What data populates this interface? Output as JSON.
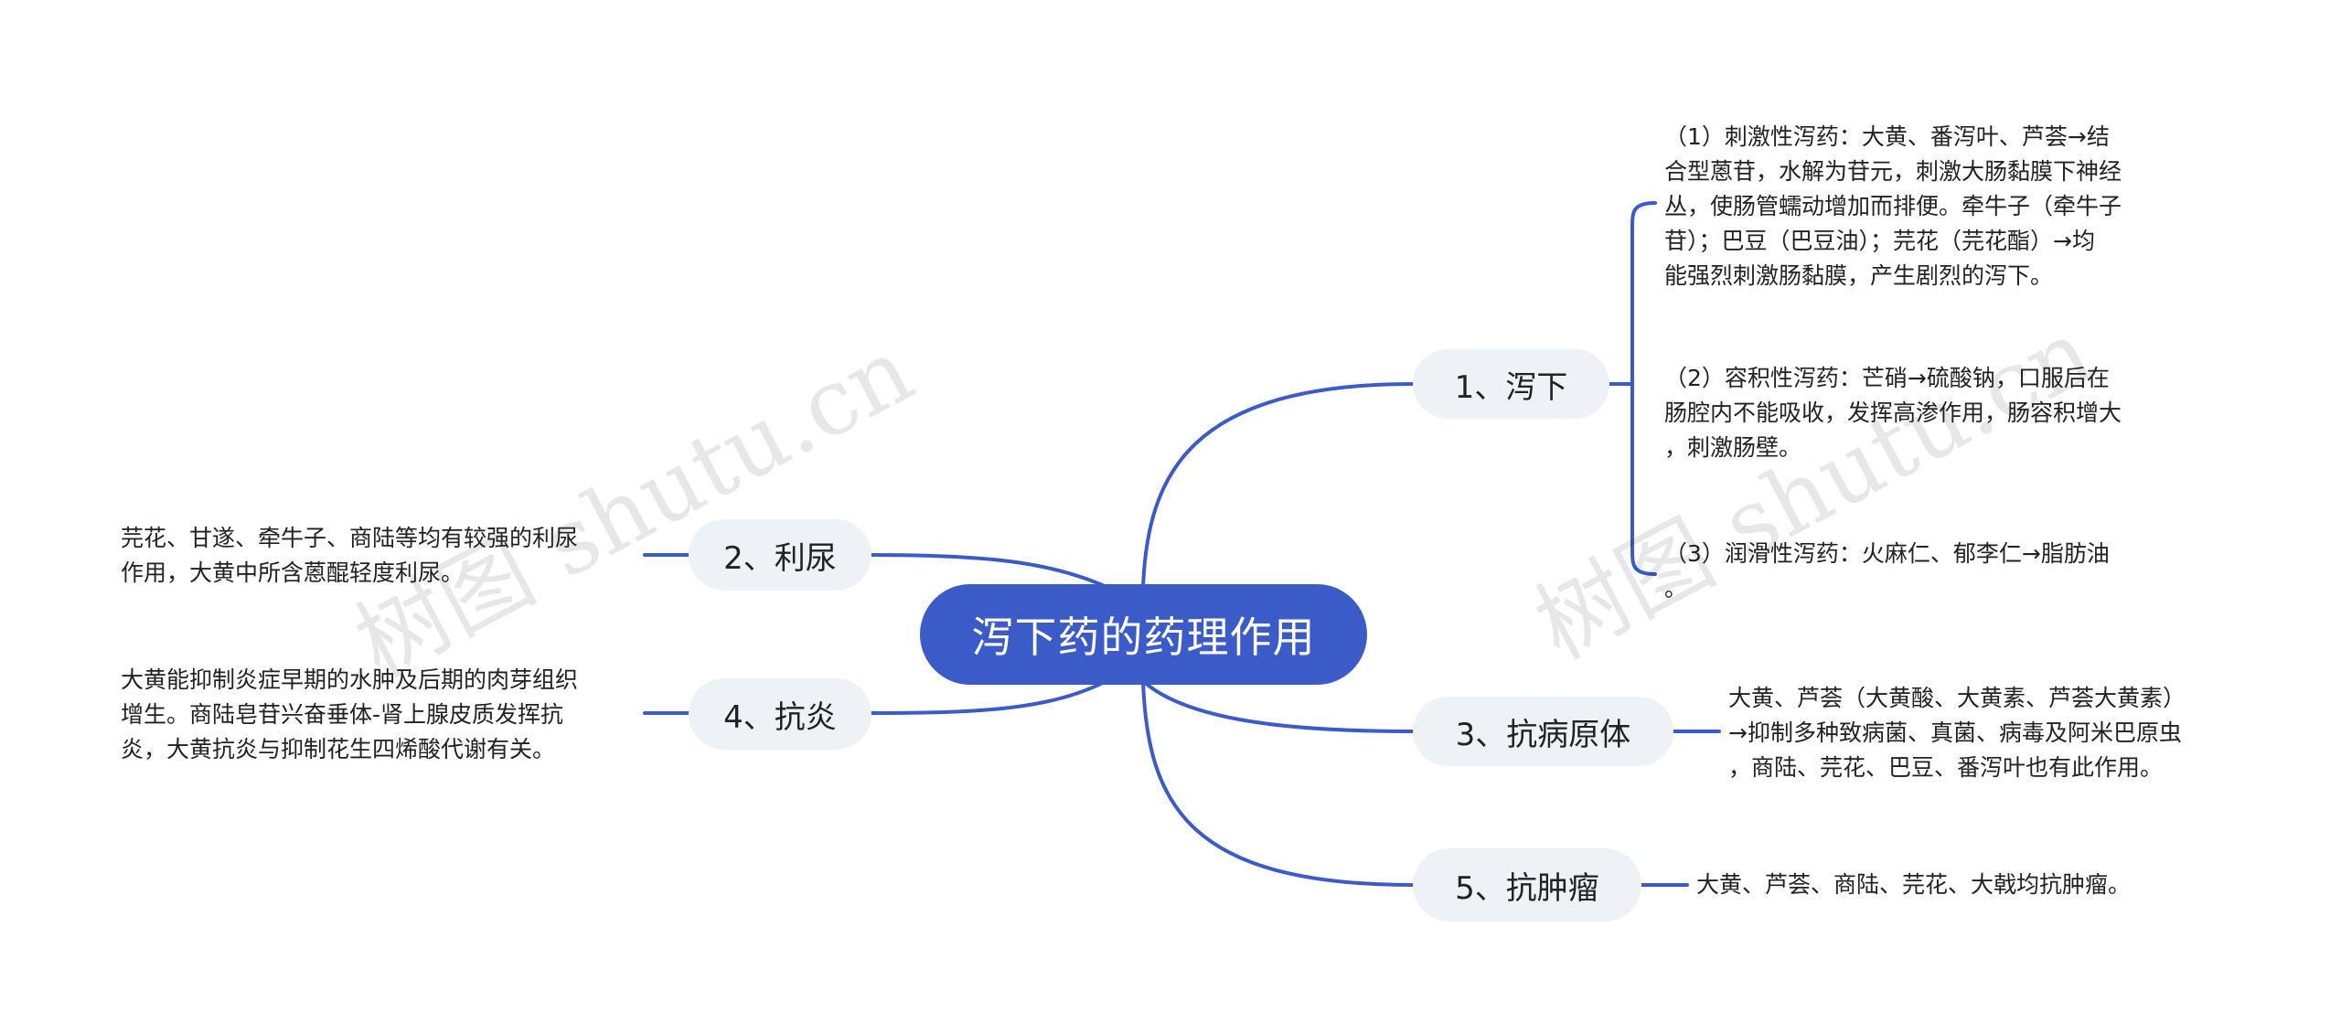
{
  "root": {
    "label": "泻下药的药理作用"
  },
  "branches": {
    "b1": {
      "label": "1、泻下",
      "items": [
        "（1）刺激性泻药：大黄、番泻叶、芦荟→结\n合型蒽苷，水解为苷元，刺激大肠黏膜下神经\n丛，使肠管蠕动增加而排便。牵牛子（牵牛子\n苷）；巴豆（巴豆油）；芫花（芫花酯）→均\n能强烈刺激肠黏膜，产生剧烈的泻下。",
        "（2）容积性泻药：芒硝→硫酸钠，口服后在\n肠腔内不能吸收，发挥高渗作用，肠容积增大\n，刺激肠壁。",
        "（3）润滑性泻药：火麻仁、郁李仁→脂肪油\n。"
      ]
    },
    "b2": {
      "label": "2、利尿",
      "text": "芫花、甘遂、牵牛子、商陆等均有较强的利尿\n作用，大黄中所含蒽醌轻度利尿。"
    },
    "b3": {
      "label": "3、抗病原体",
      "text": "大黄、芦荟（大黄酸、大黄素、芦荟大黄素）\n→抑制多种致病菌、真菌、病毒及阿米巴原虫\n，商陆、芫花、巴豆、番泻叶也有此作用。"
    },
    "b4": {
      "label": "4、抗炎",
      "text": "大黄能抑制炎症早期的水肿及后期的肉芽组织\n增生。商陆皂苷兴奋垂体-肾上腺皮质发挥抗\n炎，大黄抗炎与抑制花生四烯酸代谢有关。"
    },
    "b5": {
      "label": "5、抗肿瘤",
      "text": "大黄、芦荟、商陆、芫花、大戟均抗肿瘤。"
    }
  },
  "watermarks": [
    "树图 shutu.cn",
    "树图 shutu.cn"
  ],
  "colors": {
    "root_bg": "#3B5BC9",
    "branch_bg": "#EEF1F6",
    "line": "#3B5BC9"
  }
}
